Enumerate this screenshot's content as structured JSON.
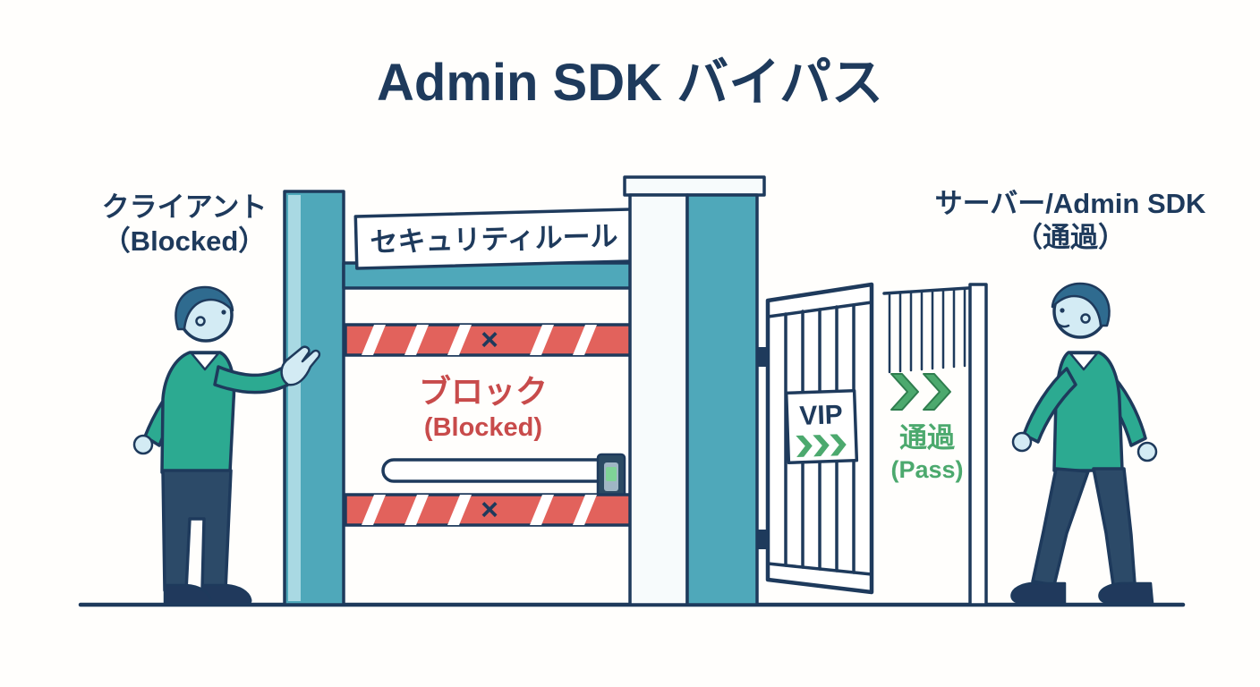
{
  "title": "Admin SDK バイパス",
  "labels": {
    "client_line1": "クライアント",
    "client_line2": "（Blocked）",
    "server_line1": "サーバー/Admin SDK",
    "server_line2": "（通過）",
    "security_rules": "セキュリティルール",
    "blocked_jp": "ブロック",
    "blocked_en": "(Blocked)",
    "cross_mark": "×",
    "vip": "VIP",
    "pass_jp": "通過",
    "pass_en": "(Pass)"
  },
  "colors": {
    "outline": "#1e3a5c",
    "teal": "#4fa8ba",
    "teal_light": "#a9d9e3",
    "red": "#e2625c",
    "red_text": "#c84b4b",
    "green": "#4ca96e",
    "green_dark": "#2f7d4e",
    "skin": "#d3ebf4",
    "hair": "#2f6b8f",
    "sweater": "#2caa91",
    "pants": "#2c4a68",
    "shoe": "#20395c",
    "panel": "#2b4a63",
    "panel_light": "#7fd397"
  }
}
